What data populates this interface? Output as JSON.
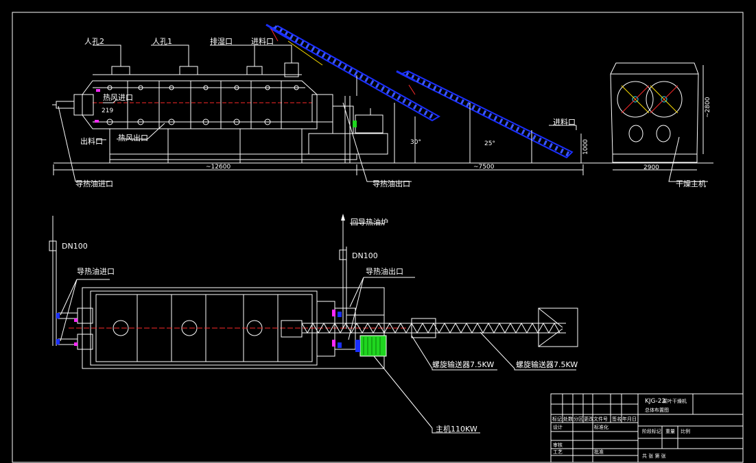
{
  "labels": {
    "manhole_2": "人孔2",
    "manhole_1": "人孔1",
    "exhaust_port": "排湿口",
    "feed_port_top": "进料口",
    "hot_air_inlet": "热风进口",
    "hot_air_outlet": "热风出口",
    "discharge_port": "出料口",
    "oil_inlet_front": "导热油进口",
    "oil_outlet_front": "导热油出口",
    "feed_port_right": "进料口",
    "dryer_main": "干燥主机",
    "return_oil_furnace": "回导热油炉",
    "dn100_left": "DN100",
    "dn100_right": "DN100",
    "oil_inlet_plan": "导热油进口",
    "oil_outlet_plan": "导热油出口",
    "screw_conveyor_1": "螺旋输送器7.5KW",
    "screw_conveyor_2": "螺旋输送器7.5KW",
    "main_motor": "主机110KW"
  },
  "dimensions": {
    "length_main": "~12600",
    "length_conveyor": "~7500",
    "angle_1": "30°",
    "angle_2": "25°",
    "height_feed": "1000",
    "width_end": "2900",
    "height_end": "~2800",
    "dim_219": "219"
  },
  "title_block": {
    "model": "KJG-22",
    "subtitle": "桨叶干燥机",
    "title": "总体布置图",
    "row_labels": [
      "标记",
      "处数",
      "分区",
      "更改文件号",
      "签名",
      "年月日"
    ],
    "role_design": "设计",
    "role_standard": "标准化",
    "role_review": "审核",
    "role_process": "工艺",
    "role_approve": "批准",
    "stage": "阶段标记",
    "weight": "重量",
    "scale": "比例",
    "sheets": "共  张  第  张"
  },
  "colors": {
    "line": "#ffffff",
    "conveyor": "#1a2fff",
    "conveyor_bright": "#3b57ff",
    "accent_red": "#ff2a2a",
    "accent_yellow": "#ffe000",
    "accent_magenta": "#ff29ff",
    "accent_green": "#1fd61f",
    "accent_cyan": "#28e0ff"
  }
}
